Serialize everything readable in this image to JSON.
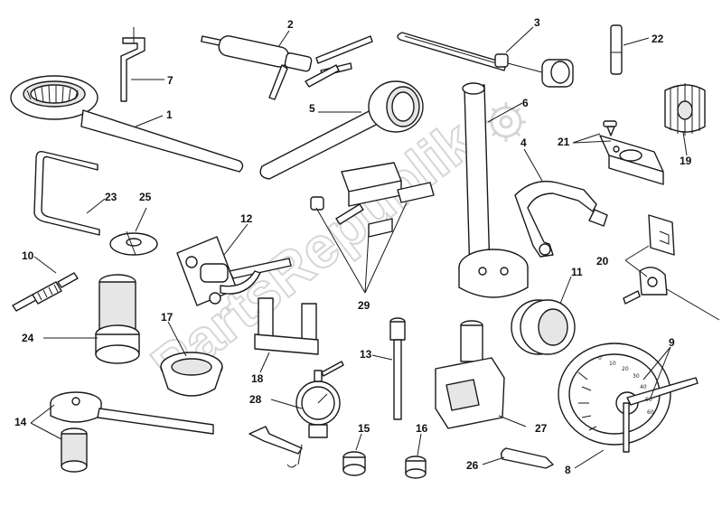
{
  "callouts": [
    "1",
    "2",
    "3",
    "4",
    "5",
    "6",
    "7",
    "8",
    "9",
    "10",
    "11",
    "12",
    "13",
    "14",
    "15",
    "16",
    "17",
    "18",
    "19",
    "20",
    "21",
    "22",
    "23",
    "24",
    "25",
    "26",
    "27",
    "28",
    "29"
  ],
  "watermark": "PartsRepublik",
  "gauge_scale": [
    "0",
    "10",
    "20",
    "30",
    "40",
    "50",
    "60"
  ]
}
